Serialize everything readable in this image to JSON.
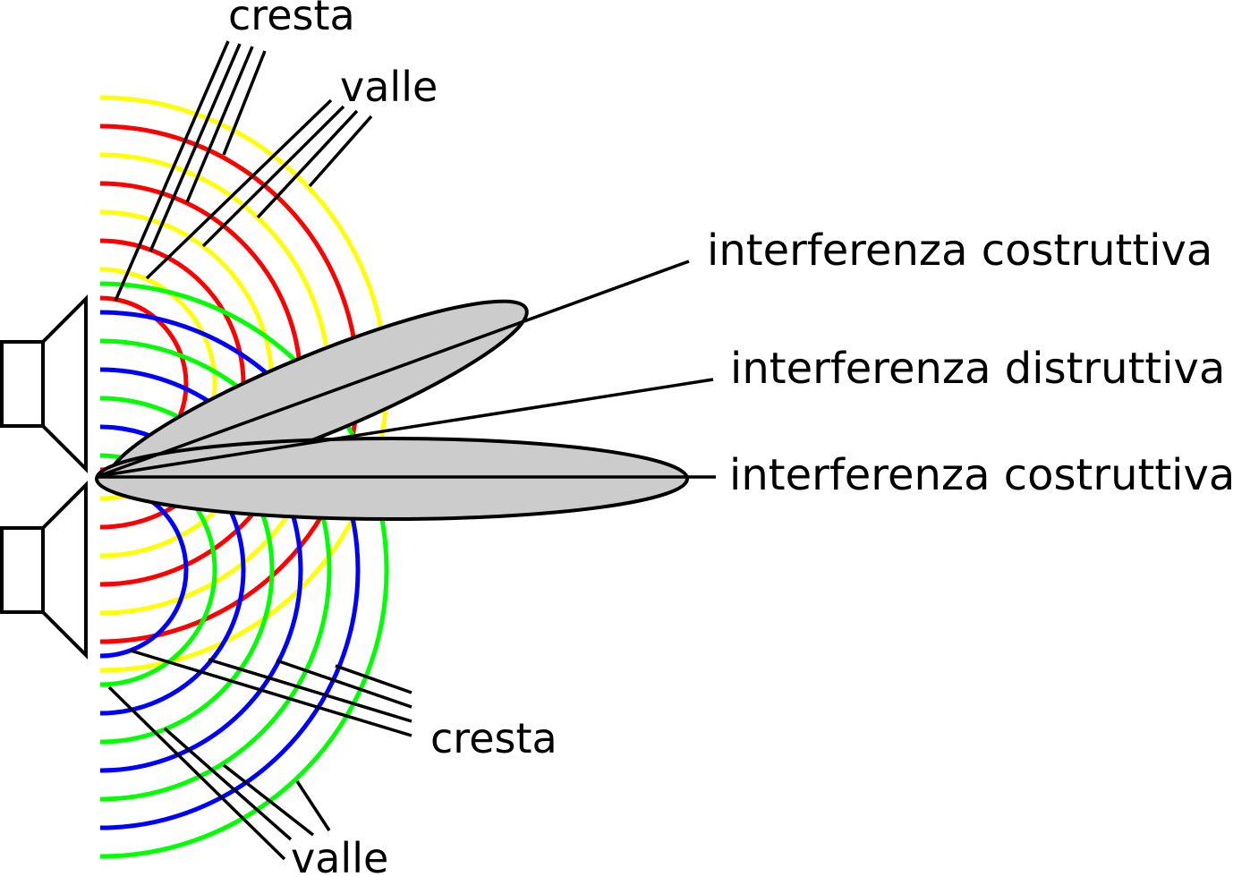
{
  "labels": {
    "top_crest": "cresta",
    "top_trough": "valle",
    "constructive_upper": "interferenza costruttiva",
    "destructive": "interferenza distruttiva",
    "constructive_lower": "interferenza costruttiva",
    "bottom_crest": "cresta",
    "bottom_trough": "valle"
  },
  "colors": {
    "upper_crest": "#ff0000",
    "upper_trough": "#ffff00",
    "lower_crest": "#0000ff",
    "lower_trough": "#00ff00",
    "lobe_fill": "#cccccc",
    "outline": "#000000"
  },
  "sources": [
    {
      "name": "upper-speaker",
      "crest_color": "#ff0000",
      "trough_color": "#ffff00"
    },
    {
      "name": "lower-speaker",
      "crest_color": "#0000ff",
      "trough_color": "#00ff00"
    }
  ]
}
